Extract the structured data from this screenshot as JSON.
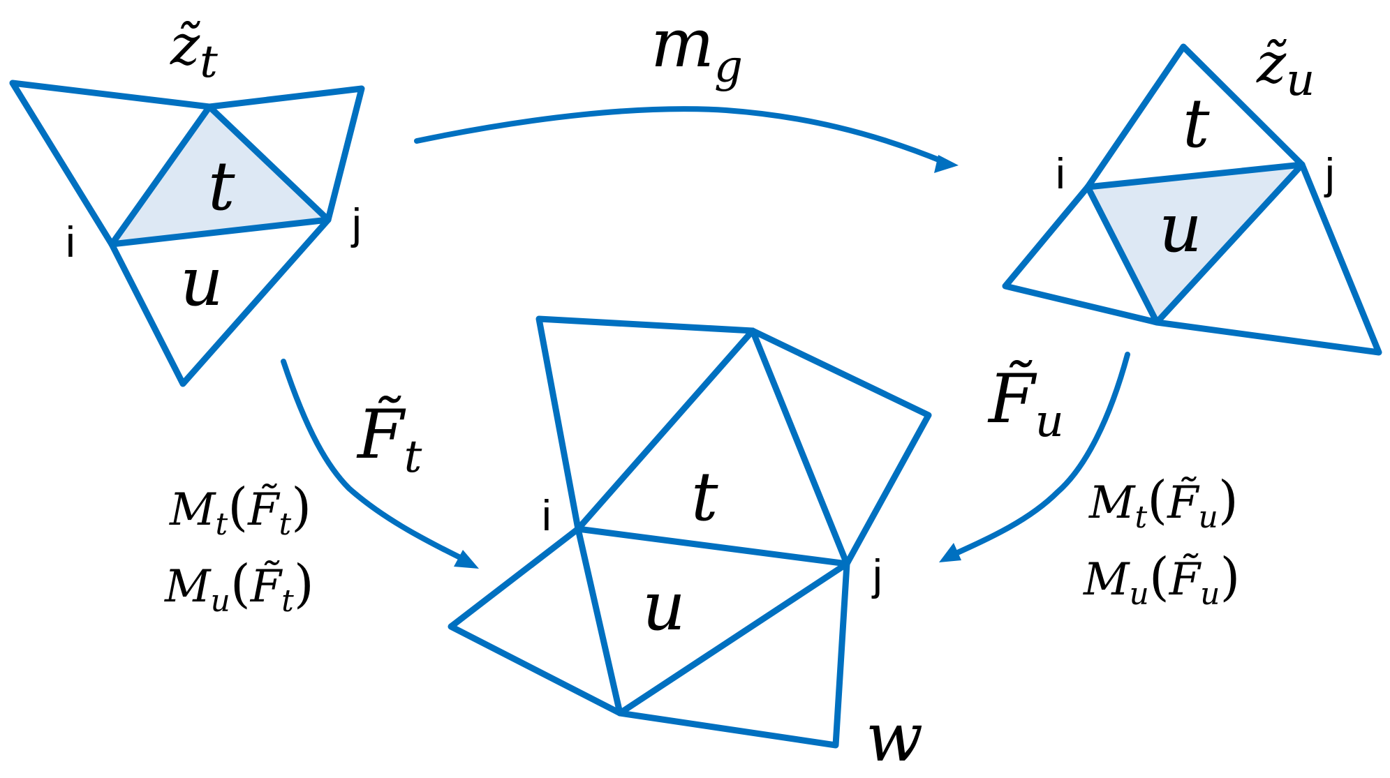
{
  "colors": {
    "stroke": "#0070c0",
    "shade": "#dde8f4",
    "text": "#000000"
  },
  "top_left_mesh": {
    "title": "z̃",
    "title_sub": "t",
    "vertex_i": "i",
    "vertex_j": "j",
    "face_t": "t",
    "face_u": "u"
  },
  "top_right_mesh": {
    "title": "z̃",
    "title_sub": "u",
    "vertex_i": "i",
    "vertex_j": "j",
    "face_t": "t",
    "face_u": "u"
  },
  "bottom_mesh": {
    "vertex_i": "i",
    "vertex_j": "j",
    "vertex_w": "w",
    "face_t": "t",
    "face_u": "u"
  },
  "map_arrow": {
    "label": "m",
    "label_sub": "g"
  },
  "left_arrow": {
    "label": "F̃",
    "label_sub": "t",
    "line1": {
      "M": "M",
      "M_sub": "t",
      "F": "F̃",
      "F_sub": "t"
    },
    "line2": {
      "M": "M",
      "M_sub": "u",
      "F": "F̃",
      "F_sub": "t"
    }
  },
  "right_arrow": {
    "label": "F̃",
    "label_sub": "u",
    "line1": {
      "M": "M",
      "M_sub": "t",
      "F": "F̃",
      "F_sub": "u"
    },
    "line2": {
      "M": "M",
      "M_sub": "u",
      "F": "F̃",
      "F_sub": "u"
    }
  }
}
